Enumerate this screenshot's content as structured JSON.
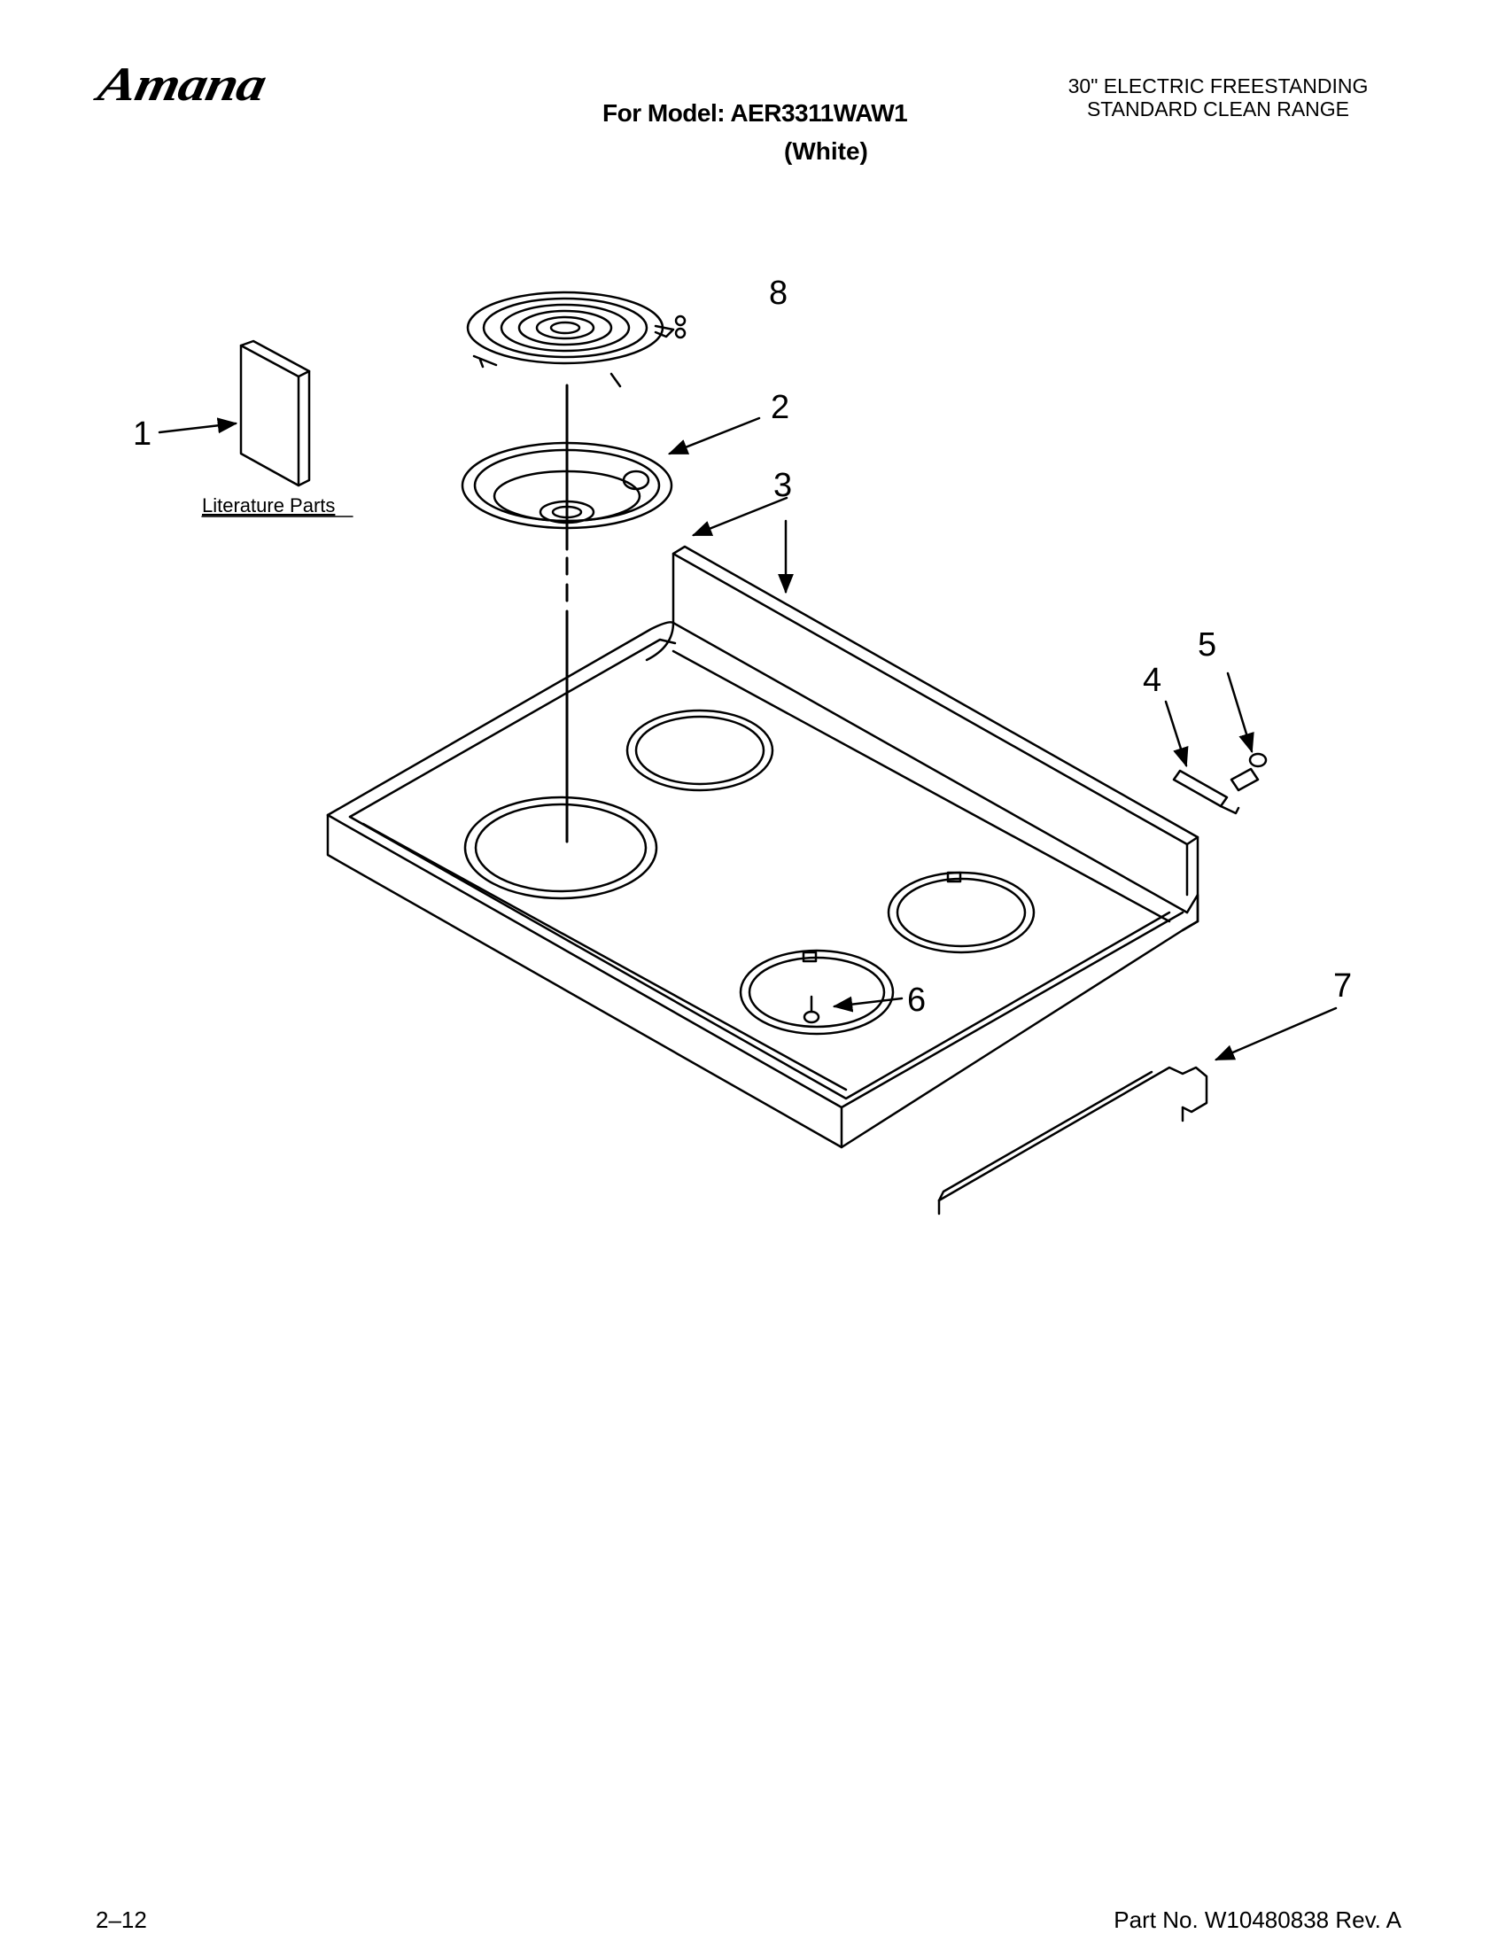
{
  "header": {
    "brand": "Amana",
    "model_line": "For Model: AER3311WAW1",
    "model_color": "(White)",
    "product_line1": "30\" ELECTRIC FREESTANDING",
    "product_line2": "STANDARD CLEAN RANGE"
  },
  "diagram": {
    "callouts": {
      "c1": "1",
      "c2": "2",
      "c3": "3",
      "c4": "4",
      "c5": "5",
      "c6": "6",
      "c7": "7",
      "c8": "8"
    },
    "literature_label": "Literature Parts"
  },
  "footer": {
    "page_number": "2–12",
    "part_number": "Part No. W10480838 Rev. A"
  }
}
